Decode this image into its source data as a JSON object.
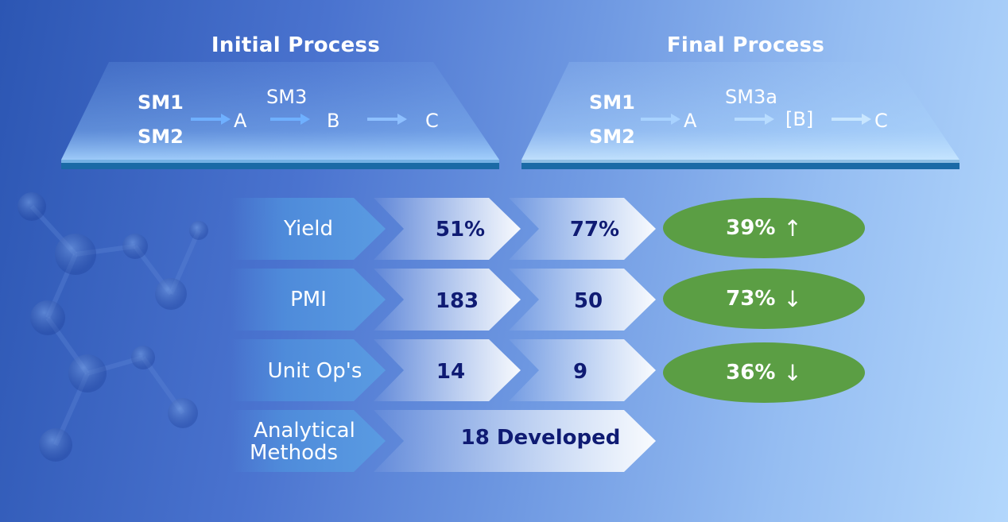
{
  "initial": {
    "title": "Initial Process",
    "sm1": "SM1",
    "sm2": "SM2",
    "reagent": "SM3",
    "nodes": [
      "A",
      "B",
      "C"
    ]
  },
  "final": {
    "title": "Final Process",
    "sm1": "SM1",
    "sm2": "SM2",
    "reagent": "SM3a",
    "nodes": [
      "A",
      "[B]",
      "C"
    ]
  },
  "metrics": [
    {
      "label": "Yield",
      "initial": "51%",
      "final": "77%",
      "change": "39%",
      "direction": "up"
    },
    {
      "label": "PMI",
      "initial": "183",
      "final": "50",
      "change": "73%",
      "direction": "down"
    },
    {
      "label": "Unit Op's",
      "initial": "14",
      "final": "9",
      "change": "36%",
      "direction": "down"
    }
  ],
  "analytical": {
    "label_line1": "Analytical",
    "label_line2": "Methods",
    "value": "18 Developed"
  },
  "arrows": {
    "up": "↑",
    "down": "↓"
  },
  "colors": {
    "pill_green": "#5b9e44",
    "value_navy": "#0f1b73",
    "chevron_blue": "#4f8fdc",
    "platform_edge": "#1a6aa6"
  }
}
